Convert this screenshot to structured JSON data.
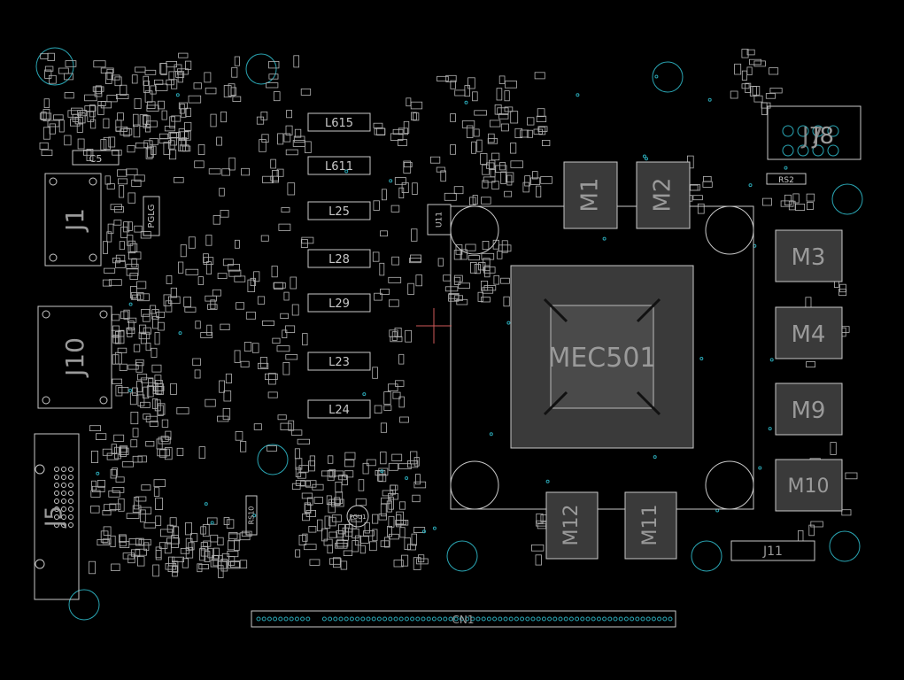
{
  "colors": {
    "background": "#000000",
    "silkscreen": "#c8c8c8",
    "pads": "#b4b4b4",
    "holes": "#2aa6b4",
    "crosshair": "#d05a5a",
    "text_dim": "#9a9a9a"
  },
  "labels": {
    "gpu": "MEC501",
    "mem_m1": "M1",
    "mem_m2": "M2",
    "mem_m3": "M3",
    "mem_m4": "M4",
    "mem_m9": "M9",
    "mem_m10": "M10",
    "mem_m11": "M11",
    "mem_m12": "M12",
    "conn_j1": "J1",
    "conn_j10": "J10",
    "conn_j5": "J5",
    "conn_j8": "J8",
    "conn_j7": "J7",
    "conn_j11": "J11",
    "conn_cn1": "CN1",
    "ind_l615": "L615",
    "ind_l611": "L611",
    "ind_l25": "L25",
    "ind_l28": "L28",
    "ind_l29": "L29",
    "ind_l23": "L23",
    "ind_l24": "L24",
    "cap_c5": "C5",
    "pglg": "PGLG",
    "u11": "U11",
    "rs2": "RS2",
    "pgu1": "PGU1",
    "rs10": "RS10"
  }
}
